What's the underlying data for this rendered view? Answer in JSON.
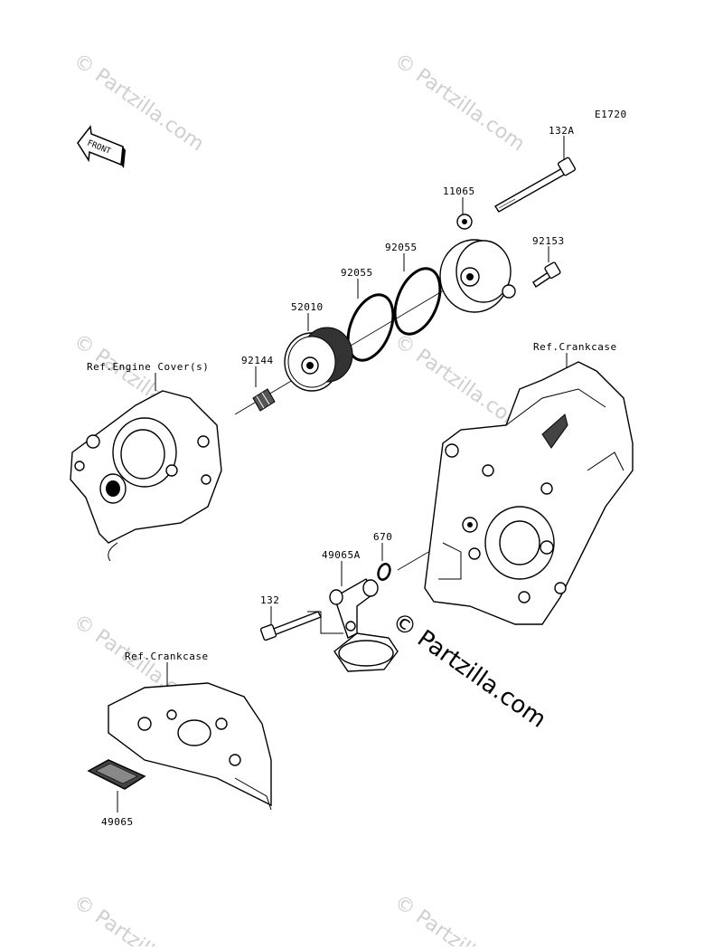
{
  "diagram_code": "E1720",
  "front_arrow_label": "FRONT",
  "watermark": {
    "text": "Partzilla.com",
    "symbol": "©"
  },
  "labels": {
    "p132A": "132A",
    "p11065": "11065",
    "p92153": "92153",
    "p92055a": "92055",
    "p92055b": "92055",
    "p52010": "52010",
    "p92144": "92144",
    "ref_engine_cover": "Ref.Engine Cover(s)",
    "ref_crankcase_right": "Ref.Crankcase",
    "p670": "670",
    "p49065A": "49065A",
    "p132": "132",
    "ref_crankcase_lower": "Ref.Crankcase",
    "p49065": "49065"
  }
}
